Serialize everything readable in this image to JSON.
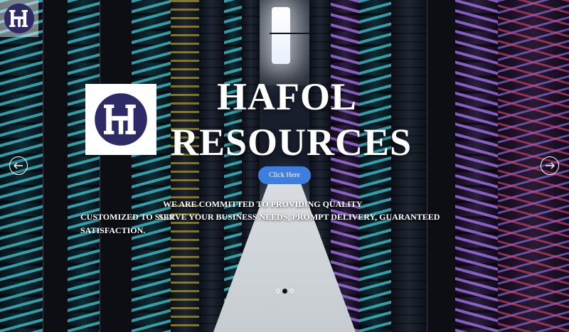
{
  "brand": {
    "title_line1": "HAFOL",
    "title_line2": "RESOURCES",
    "logo_icon": "hafol-hr-monogram-icon",
    "logo_color": "#2e2a66"
  },
  "hero": {
    "cta_label": "Click Here",
    "cta_color": "#3d7ee0",
    "tagline_line1": "WE ARE COMMITTED TO PROVIDING QUALITY",
    "tagline_line2a": "CUSTOMIZED TO SUIT",
    "tagline_line2b": "SERVE YOUR BUSINESS NEEDS, PROMPT DELIVERY, GUARANTEED",
    "tagline_line3": "SATISFACTION."
  },
  "carousel": {
    "prev_icon": "arrow-left-icon",
    "next_icon": "arrow-right-icon",
    "slides": 3,
    "active_slide": 2
  }
}
